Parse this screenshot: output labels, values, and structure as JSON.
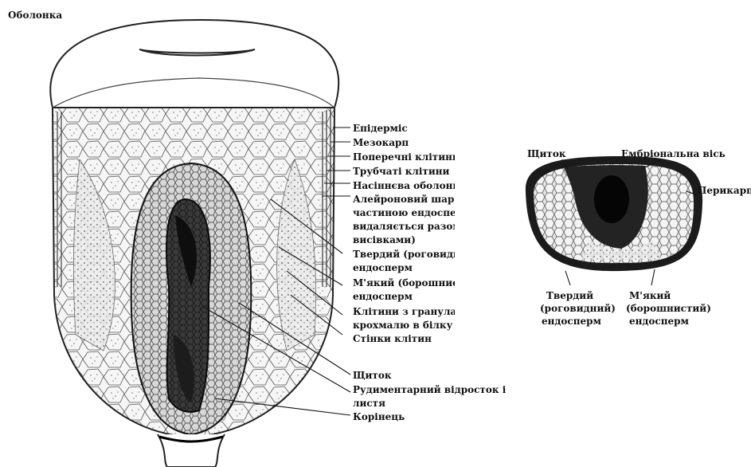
{
  "left_diagram": {
    "shell_label": "Оболонка",
    "layers": [
      "Епідерміс",
      "Мезокарп",
      "Поперечні клітини",
      "Трубчаті клітини",
      "Насіннєва оболонка",
      "Алейроновий шар",
      "частиною ендосперму",
      "видаляється разом з",
      "висівками)",
      "Твердий (роговидний)",
      "ендосперм",
      "М'який (борошнистий)",
      "ендосперм",
      "Клітини з гранулами",
      "крохмалю в білку",
      "Стінки клітин"
    ],
    "bottom_labels": [
      "Щиток",
      "Рудиментарний відросток і",
      "листя",
      "Корінець"
    ]
  },
  "right_diagram": {
    "scutellum": "Щиток",
    "embryo_axis": "Ембріональна вісь",
    "pericarp": "Перикарп",
    "hard_endosperm": [
      "Твердий",
      "(роговидний)",
      "ендосперм"
    ],
    "soft_endosperm": [
      "М'який",
      "(борошнистий)",
      "ендосперм"
    ]
  },
  "colors": {
    "ink": "#111111",
    "dark_fill": "#1a1a1a",
    "background": "#ffffff"
  }
}
